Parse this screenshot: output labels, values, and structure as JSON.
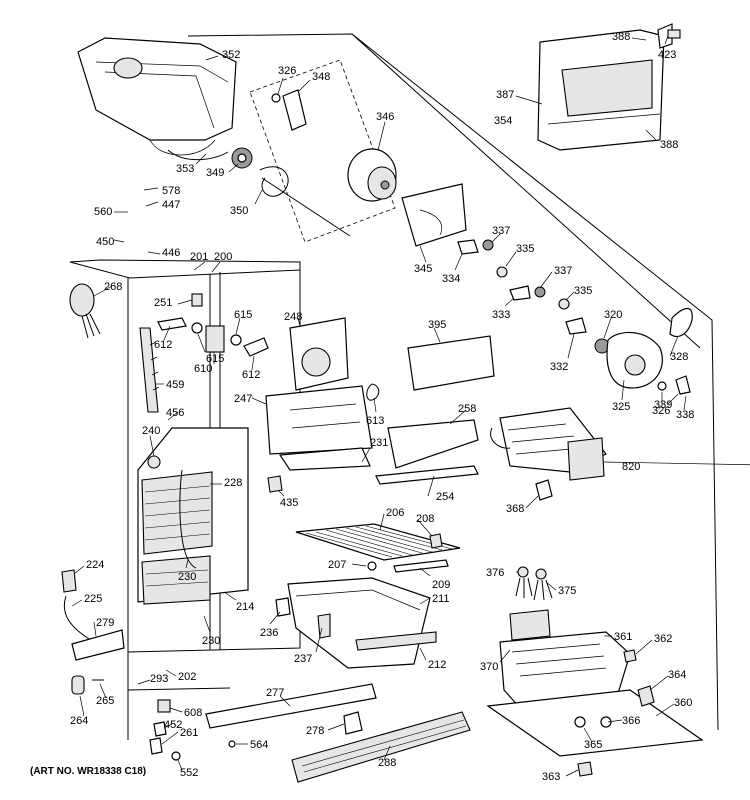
{
  "art_number": "(ART NO. WR18338 C18)",
  "labels": [
    {
      "id": "352",
      "text": "352"
    },
    {
      "id": "326a",
      "text": "326"
    },
    {
      "id": "348",
      "text": "348"
    },
    {
      "id": "346",
      "text": "346"
    },
    {
      "id": "388a",
      "text": "388"
    },
    {
      "id": "423",
      "text": "423"
    },
    {
      "id": "387",
      "text": "387"
    },
    {
      "id": "354",
      "text": "354"
    },
    {
      "id": "388b",
      "text": "388"
    },
    {
      "id": "353",
      "text": "353"
    },
    {
      "id": "349",
      "text": "349"
    },
    {
      "id": "350",
      "text": "350"
    },
    {
      "id": "578",
      "text": "578"
    },
    {
      "id": "447",
      "text": "447"
    },
    {
      "id": "560",
      "text": "560"
    },
    {
      "id": "450",
      "text": "450"
    },
    {
      "id": "446",
      "text": "446"
    },
    {
      "id": "201",
      "text": "201"
    },
    {
      "id": "200",
      "text": "200"
    },
    {
      "id": "345",
      "text": "345"
    },
    {
      "id": "334",
      "text": "334"
    },
    {
      "id": "337a",
      "text": "337"
    },
    {
      "id": "335a",
      "text": "335"
    },
    {
      "id": "337b",
      "text": "337"
    },
    {
      "id": "335b",
      "text": "335"
    },
    {
      "id": "333",
      "text": "333"
    },
    {
      "id": "320",
      "text": "320"
    },
    {
      "id": "268",
      "text": "268"
    },
    {
      "id": "251",
      "text": "251"
    },
    {
      "id": "615a",
      "text": "615"
    },
    {
      "id": "248",
      "text": "248"
    },
    {
      "id": "612a",
      "text": "612"
    },
    {
      "id": "615b",
      "text": "615"
    },
    {
      "id": "610",
      "text": "610"
    },
    {
      "id": "612b",
      "text": "612"
    },
    {
      "id": "395",
      "text": "395"
    },
    {
      "id": "332",
      "text": "332"
    },
    {
      "id": "328",
      "text": "328"
    },
    {
      "id": "459",
      "text": "459"
    },
    {
      "id": "247",
      "text": "247"
    },
    {
      "id": "613",
      "text": "613"
    },
    {
      "id": "325",
      "text": "325"
    },
    {
      "id": "326b",
      "text": "326"
    },
    {
      "id": "339",
      "text": "339"
    },
    {
      "id": "338",
      "text": "338"
    },
    {
      "id": "456",
      "text": "456"
    },
    {
      "id": "258",
      "text": "258"
    },
    {
      "id": "240",
      "text": "240"
    },
    {
      "id": "231",
      "text": "231"
    },
    {
      "id": "228",
      "text": "228"
    },
    {
      "id": "820",
      "text": "820"
    },
    {
      "id": "435",
      "text": "435"
    },
    {
      "id": "254",
      "text": "254"
    },
    {
      "id": "368",
      "text": "368"
    },
    {
      "id": "206",
      "text": "206"
    },
    {
      "id": "208",
      "text": "208"
    },
    {
      "id": "224",
      "text": "224"
    },
    {
      "id": "230a",
      "text": "230"
    },
    {
      "id": "207",
      "text": "207"
    },
    {
      "id": "376",
      "text": "376"
    },
    {
      "id": "375",
      "text": "375"
    },
    {
      "id": "209",
      "text": "209"
    },
    {
      "id": "225",
      "text": "225"
    },
    {
      "id": "211",
      "text": "211"
    },
    {
      "id": "214",
      "text": "214"
    },
    {
      "id": "279",
      "text": "279"
    },
    {
      "id": "236",
      "text": "236"
    },
    {
      "id": "230b",
      "text": "230"
    },
    {
      "id": "361",
      "text": "361"
    },
    {
      "id": "362",
      "text": "362"
    },
    {
      "id": "237",
      "text": "237"
    },
    {
      "id": "212",
      "text": "212"
    },
    {
      "id": "370",
      "text": "370"
    },
    {
      "id": "202",
      "text": "202"
    },
    {
      "id": "364",
      "text": "364"
    },
    {
      "id": "293",
      "text": "293"
    },
    {
      "id": "277",
      "text": "277"
    },
    {
      "id": "360",
      "text": "360"
    },
    {
      "id": "265",
      "text": "265"
    },
    {
      "id": "608",
      "text": "608"
    },
    {
      "id": "264",
      "text": "264"
    },
    {
      "id": "452",
      "text": "452"
    },
    {
      "id": "278",
      "text": "278"
    },
    {
      "id": "366",
      "text": "366"
    },
    {
      "id": "261",
      "text": "261"
    },
    {
      "id": "564",
      "text": "564"
    },
    {
      "id": "365",
      "text": "365"
    },
    {
      "id": "288",
      "text": "288"
    },
    {
      "id": "552",
      "text": "552"
    },
    {
      "id": "363",
      "text": "363"
    }
  ]
}
